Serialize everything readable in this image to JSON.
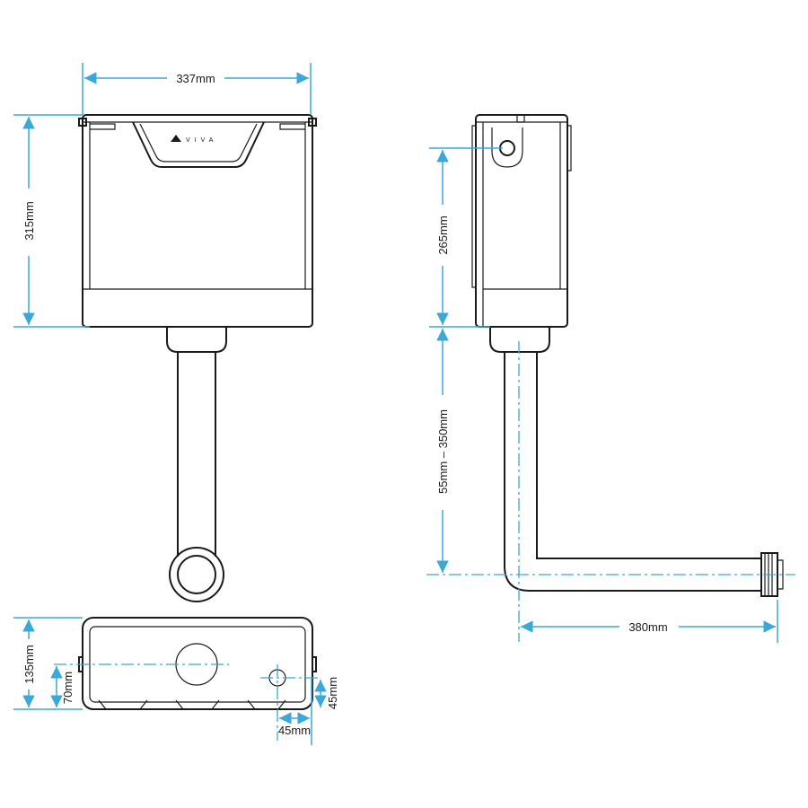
{
  "brand": "VIVA",
  "dimensions": {
    "width": "337mm",
    "height": "315mm",
    "inlet_height": "265mm",
    "pipe_range": "55mm – 350mm",
    "outlet_offset": "380mm",
    "depth": "135mm",
    "outlet_center": "70mm",
    "inlet_vertical": "45mm",
    "inlet_horizontal": "45mm"
  },
  "colors": {
    "dimension": "#3aa8d8",
    "outline": "#1a1a1a"
  }
}
